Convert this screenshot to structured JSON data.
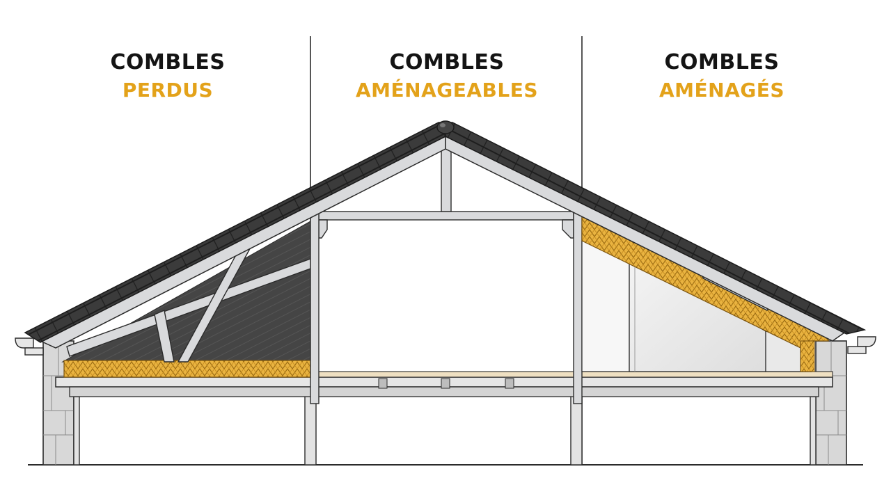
{
  "colors": {
    "heading_dark": "#141414",
    "heading_accent": "#E3A21A",
    "insulation": "#E9B340",
    "roof_tile": "#3a3a3a",
    "structure": "#cfd1d3",
    "outline": "#2b2b2b"
  },
  "sections": [
    {
      "title": "COMBLES",
      "subtitle": "PERDUS"
    },
    {
      "title": "COMBLES",
      "subtitle": "AMÉNAGEABLES"
    },
    {
      "title": "COMBLES",
      "subtitle": "AMÉNAGÉS"
    }
  ]
}
